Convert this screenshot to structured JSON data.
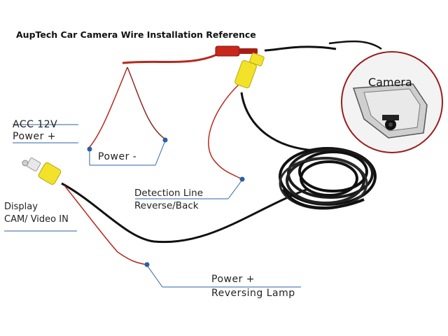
{
  "diagram": {
    "title": "AupTech Car Camera Wire Installation Reference",
    "labels": {
      "acc_line1": "ACC 12V",
      "acc_line2": "Power +",
      "power_minus": "Power -",
      "detection_line1": "Detection Line",
      "detection_line2": "Reverse/Back",
      "display_line1": "Display",
      "display_line2": "CAM/ Video IN",
      "power_plus_line1": "Power +",
      "power_plus_line2": "Reversing Lamp",
      "camera": "Camera"
    },
    "colors": {
      "red_wire": "#b8281c",
      "black_cable": "#111111",
      "rca_yellow": "#f2e22a",
      "leader_blue": "#2d62a8",
      "dot_blue": "#2b5fa3",
      "inset_border": "#9b1c1c"
    }
  }
}
